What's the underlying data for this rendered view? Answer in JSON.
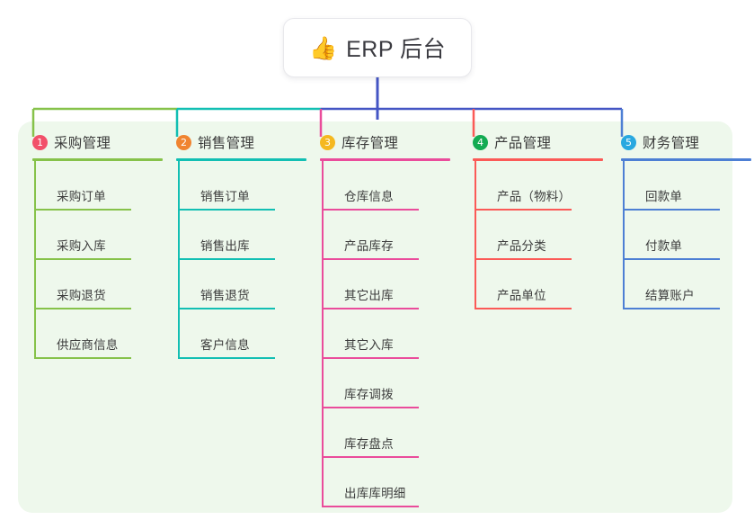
{
  "page": {
    "background": "#ffffff",
    "panel_color": "#eef8ec"
  },
  "root": {
    "emoji": "👍",
    "emoji_name": "thumbs-up-emoji",
    "title": "ERP 后台",
    "connector_color": "#4455c4"
  },
  "bus": {
    "segments": [
      {
        "from": "branch-1",
        "to": "branch-2",
        "color": "#86c24a"
      },
      {
        "from": "branch-2",
        "to": "branch-3",
        "color": "#12bfb3"
      },
      {
        "from": "branch-3",
        "to": "branch-5",
        "color": "#4455c4"
      }
    ]
  },
  "branches": [
    {
      "number": "1",
      "title": "采购管理",
      "badge_color": "#f2506a",
      "accent": "#86c24a",
      "items": [
        {
          "label": "采购订单"
        },
        {
          "label": "采购入库"
        },
        {
          "label": "采购退货"
        },
        {
          "label": "供应商信息"
        }
      ]
    },
    {
      "number": "2",
      "title": "销售管理",
      "badge_color": "#f08430",
      "accent": "#12bfb3",
      "items": [
        {
          "label": "销售订单"
        },
        {
          "label": "销售出库"
        },
        {
          "label": "销售退货"
        },
        {
          "label": "客户信息"
        }
      ]
    },
    {
      "number": "3",
      "title": "库存管理",
      "badge_color": "#f5b820",
      "accent": "#ea4c9b",
      "items": [
        {
          "label": "仓库信息"
        },
        {
          "label": "产品库存"
        },
        {
          "label": "其它出库"
        },
        {
          "label": "其它入库"
        },
        {
          "label": "库存调拨"
        },
        {
          "label": "库存盘点"
        },
        {
          "label": "出库库明细"
        }
      ]
    },
    {
      "number": "4",
      "title": "产品管理",
      "badge_color": "#13ab52",
      "accent": "#fb5a57",
      "items": [
        {
          "label": "产品（物料）"
        },
        {
          "label": "产品分类"
        },
        {
          "label": "产品单位"
        }
      ]
    },
    {
      "number": "5",
      "title": "财务管理",
      "badge_color": "#29a8e0",
      "accent": "#4d7fd4",
      "items": [
        {
          "label": "回款单"
        },
        {
          "label": "付款单"
        },
        {
          "label": "结算账户"
        }
      ]
    }
  ]
}
